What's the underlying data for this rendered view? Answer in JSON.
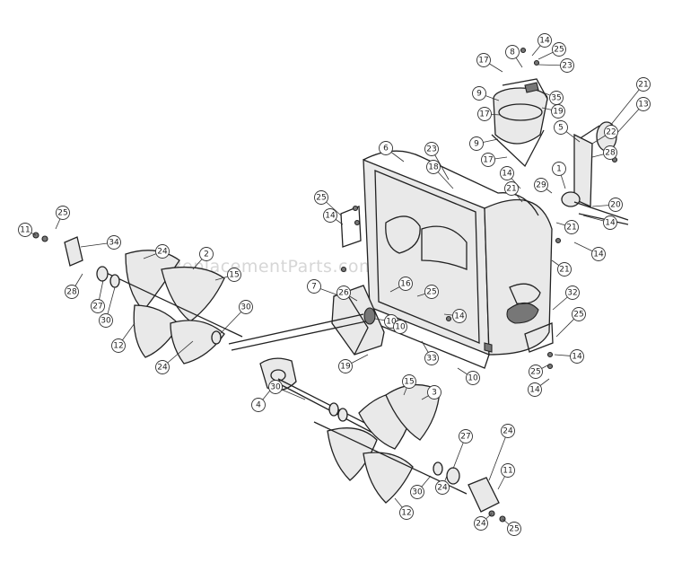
{
  "watermark": "eReplacementParts.com",
  "callouts": [
    {
      "label": "8"
    },
    {
      "label": "14"
    },
    {
      "label": "25"
    },
    {
      "label": "17"
    },
    {
      "label": "23"
    },
    {
      "label": "9"
    },
    {
      "label": "35"
    },
    {
      "label": "17"
    },
    {
      "label": "19"
    },
    {
      "label": "21"
    },
    {
      "label": "13"
    },
    {
      "label": "5"
    },
    {
      "label": "9"
    },
    {
      "label": "17"
    },
    {
      "label": "22"
    },
    {
      "label": "28"
    },
    {
      "label": "6"
    },
    {
      "label": "23"
    },
    {
      "label": "18"
    },
    {
      "label": "14"
    },
    {
      "label": "21"
    },
    {
      "label": "1"
    },
    {
      "label": "29"
    },
    {
      "label": "20"
    },
    {
      "label": "14"
    },
    {
      "label": "25"
    },
    {
      "label": "14"
    },
    {
      "label": "21"
    },
    {
      "label": "14"
    },
    {
      "label": "21"
    },
    {
      "label": "11"
    },
    {
      "label": "25"
    },
    {
      "label": "34"
    },
    {
      "label": "24"
    },
    {
      "label": "2"
    },
    {
      "label": "15"
    },
    {
      "label": "28"
    },
    {
      "label": "27"
    },
    {
      "label": "30"
    },
    {
      "label": "12"
    },
    {
      "label": "24"
    },
    {
      "label": "30"
    },
    {
      "label": "7"
    },
    {
      "label": "26"
    },
    {
      "label": "16"
    },
    {
      "label": "25"
    },
    {
      "label": "14"
    },
    {
      "label": "10"
    },
    {
      "label": "10"
    },
    {
      "label": "33"
    },
    {
      "label": "10"
    },
    {
      "label": "32"
    },
    {
      "label": "25"
    },
    {
      "label": "14"
    },
    {
      "label": "25"
    },
    {
      "label": "14"
    },
    {
      "label": "19"
    },
    {
      "label": "4"
    },
    {
      "label": "30"
    },
    {
      "label": "15"
    },
    {
      "label": "3"
    },
    {
      "label": "24"
    },
    {
      "label": "27"
    },
    {
      "label": "24"
    },
    {
      "label": "11"
    },
    {
      "label": "30"
    },
    {
      "label": "24"
    },
    {
      "label": "12"
    },
    {
      "label": "25"
    }
  ]
}
